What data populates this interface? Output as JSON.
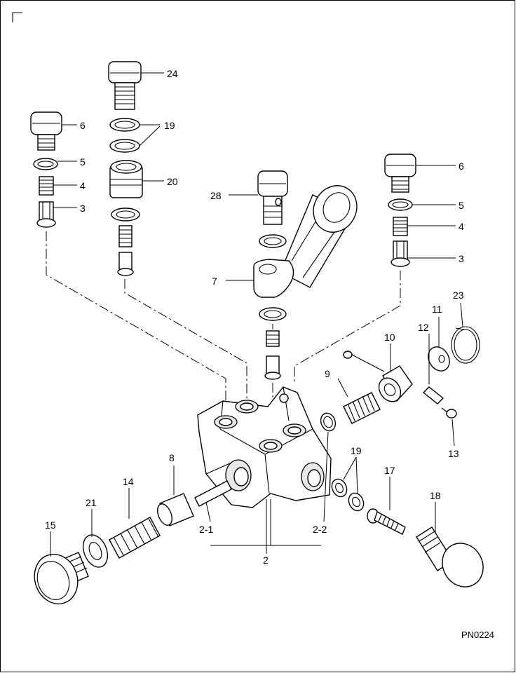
{
  "drawing_code": "PN0224",
  "callouts": {
    "c24": "24",
    "c19a": "19",
    "c20": "20",
    "c6l": "6",
    "c5l": "5",
    "c4l": "4",
    "c3l": "3",
    "c28": "28",
    "c7": "7",
    "c6r": "6",
    "c5r": "5",
    "c4r": "4",
    "c3r": "3",
    "c23": "23",
    "c11": "11",
    "c12": "12",
    "c10": "10",
    "c9": "9",
    "c13": "13",
    "c8": "8",
    "c14": "14",
    "c21": "21",
    "c15": "15",
    "c2_1": "2-1",
    "c2_2": "2-2",
    "c2": "2",
    "c19b": "19",
    "c17": "17",
    "c18": "18"
  }
}
